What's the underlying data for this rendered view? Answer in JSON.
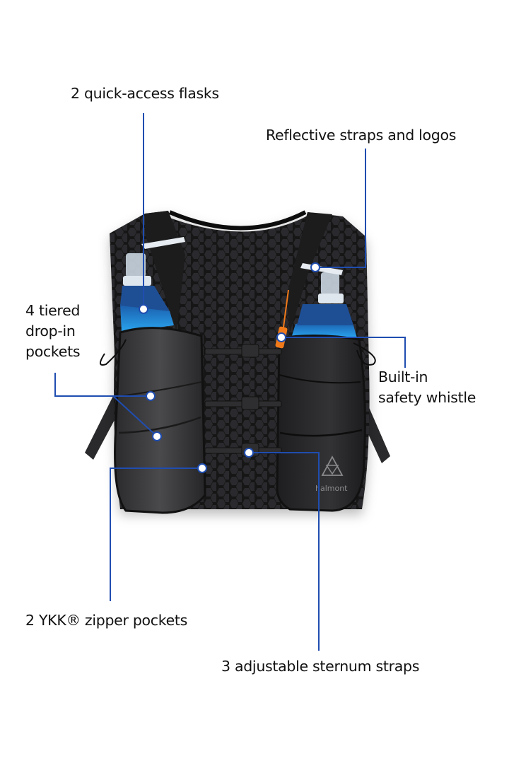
{
  "figure": {
    "subject": "hydration running vest",
    "brand_logo_text": "halmont",
    "leader_color": "#1f4db0",
    "dot_fill": "#ffffff",
    "flask_color": "#1e8fe0",
    "whistle_color": "#f07a1a",
    "vest_color": "#1c1c1e"
  },
  "callouts": [
    {
      "id": "flasks",
      "lines": [
        "2 quick-access flasks"
      ]
    },
    {
      "id": "reflective",
      "lines": [
        "Reflective straps and logos"
      ]
    },
    {
      "id": "pockets",
      "lines": [
        "4 tiered",
        "drop-in",
        "pockets"
      ]
    },
    {
      "id": "whistle",
      "lines": [
        "Built-in",
        "safety whistle"
      ]
    },
    {
      "id": "zipper",
      "lines": [
        "2 YKK® zipper pockets"
      ]
    },
    {
      "id": "sternum",
      "lines": [
        "3 adjustable sternum straps"
      ]
    }
  ]
}
